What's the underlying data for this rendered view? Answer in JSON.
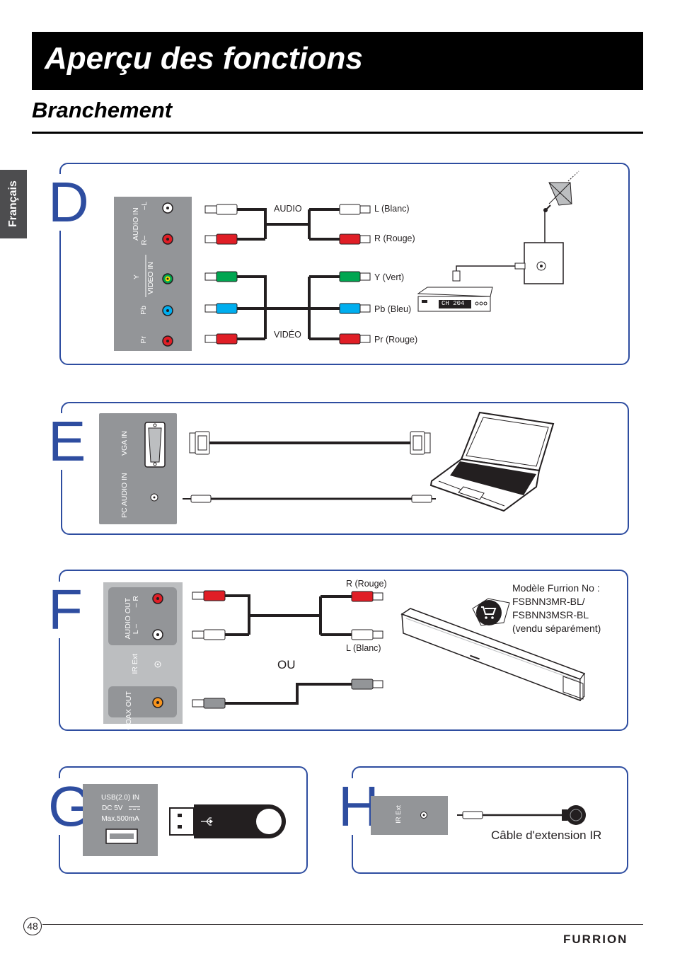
{
  "header": {
    "title": "Aperçu des fonctions",
    "subtitle": "Branchement"
  },
  "language_tab": "Français",
  "panel_d": {
    "letter": "D",
    "port_labels": {
      "audio_in": "AUDIO IN",
      "audio_r": "R–",
      "audio_l": "–L",
      "video_in": "VIDEO IN",
      "y": "Y",
      "pb": "Pb",
      "pr": "Pr"
    },
    "cable_audio": "AUDIO",
    "cable_video": "VIDÉO",
    "connectors": [
      "L (Blanc)",
      "R (Rouge)",
      "Y (Vert)",
      "Pb (Bleu)",
      "Pr (Rouge)"
    ],
    "set_top_display": "CH 204"
  },
  "panel_e": {
    "letter": "E",
    "vga_label": "VGA IN",
    "pc_audio_label": "PC AUDIO IN"
  },
  "panel_f": {
    "letter": "F",
    "audio_out_label": "AUDIO OUT",
    "audio_out_l": "L –",
    "audio_out_r": "– R",
    "ir_ext_label": "IR Ext",
    "coax_label": "COAX OUT",
    "red_label": "R (Rouge)",
    "white_label": "L (Blanc)",
    "or_label": "OU",
    "model_lines": [
      "Modèle Furrion No :",
      "FSBNN3MR-BL/",
      "FSBNN3MSR-BL",
      "(vendu séparément)"
    ]
  },
  "panel_g": {
    "letter": "G",
    "usb_lines": [
      "USB(2.0) IN",
      "DC 5V",
      "Max.500mA"
    ]
  },
  "panel_h": {
    "letter": "H",
    "ir_ext_label": "IR Ext",
    "cable_label": "Câble d'extension IR"
  },
  "footer": {
    "page_number": "48",
    "brand": "FURRION"
  },
  "colors": {
    "accent": "#2e4da0",
    "jack_red": "#e01e26",
    "jack_green": "#00a651",
    "jack_blue": "#00aeef",
    "jack_yellow": "#ffde00",
    "jack_orange": "#f7941d",
    "panel_gray": "#939598"
  }
}
